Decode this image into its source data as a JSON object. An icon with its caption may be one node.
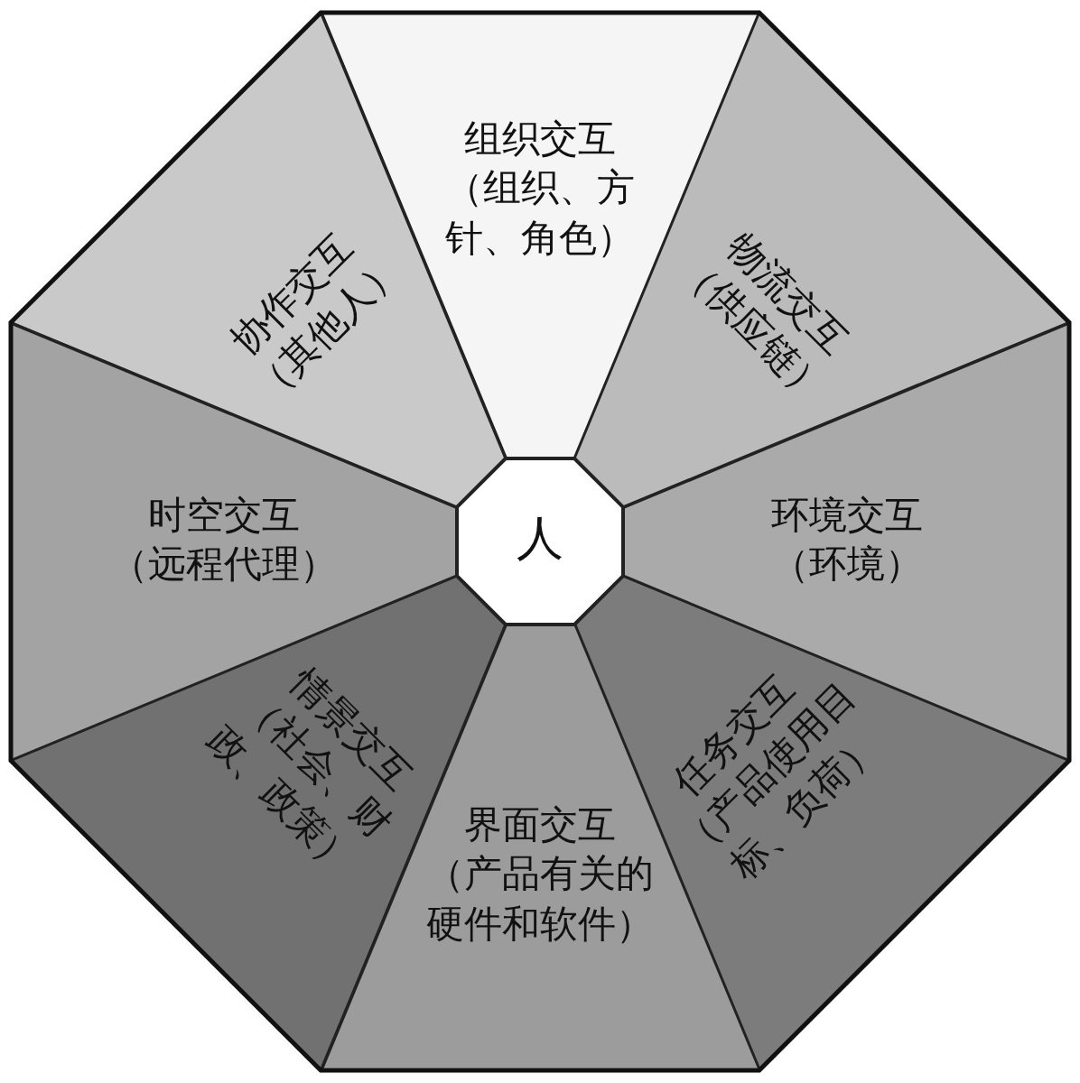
{
  "diagram": {
    "nodes": [
      {
        "text": [
          "组织交互",
          "（组织、方针、角色）"
        ]
      },
      {
        "text": [
          "协作交互",
          "（其他人）"
        ]
      },
      {
        "text": [
          "物流交互",
          "（供应链）"
        ]
      },
      {
        "text": [
          "时空交互",
          "（远程代理）"
        ]
      },
      {
        "text": [
          "人"
        ]
      },
      {
        "text": [
          "环境交互",
          "（环境）"
        ]
      },
      {
        "text": [
          "情景交互",
          "（社会、财政、政策）"
        ]
      },
      {
        "text": [
          "任务交互",
          "（产品使用目标、负荷）"
        ]
      },
      {
        "text": [
          "界面交互",
          "（产品有关的硬件和软件）"
        ]
      }
    ]
  }
}
